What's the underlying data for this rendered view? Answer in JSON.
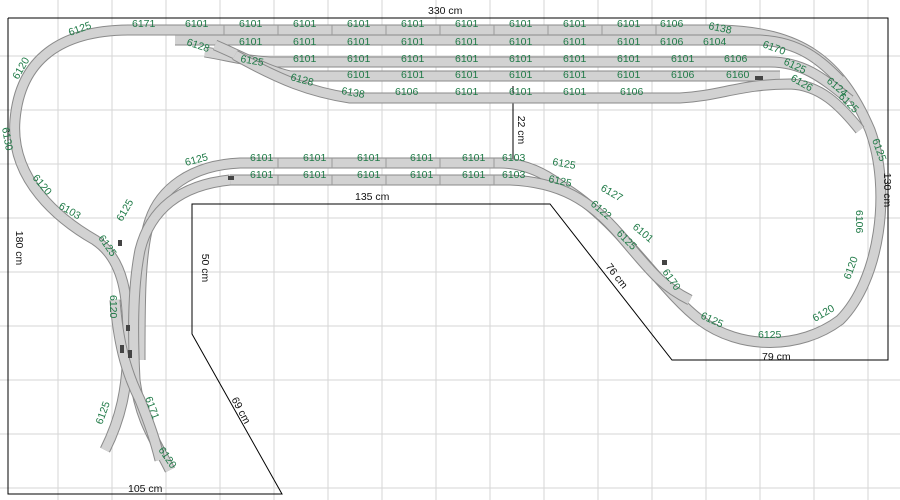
{
  "dimensions": {
    "top": "330 cm",
    "left": "180 cm",
    "right": "130 cm",
    "bottom_left": "105 cm",
    "inner_top": "135 cm",
    "inner_vertical": "50 cm",
    "diagonal_lower": "69 cm",
    "diagonal_right": "76 cm",
    "bottom_right": "79 cm",
    "center_gap": "22 cm"
  },
  "labels": {
    "straight": "6101",
    "turnout": "6106",
    "curve_6125": "6125",
    "curve_6120": "6120",
    "curve_6130": "6130",
    "curve_6138": "6138",
    "curve_6171": "6171",
    "curve_6170": "6170",
    "curve_6128": "6128",
    "curve_6127": "6127",
    "curve_6122": "6122",
    "short_6103": "6103",
    "short_6104": "6104",
    "cross_6160": "6160",
    "curve_6126": "6126",
    "curve_6124": "6124"
  },
  "colors": {
    "label_text": "#1f7a47",
    "track_fill": "#d2d2d2",
    "track_edge": "#8a8a8a",
    "grid": "#d6d6d6"
  }
}
